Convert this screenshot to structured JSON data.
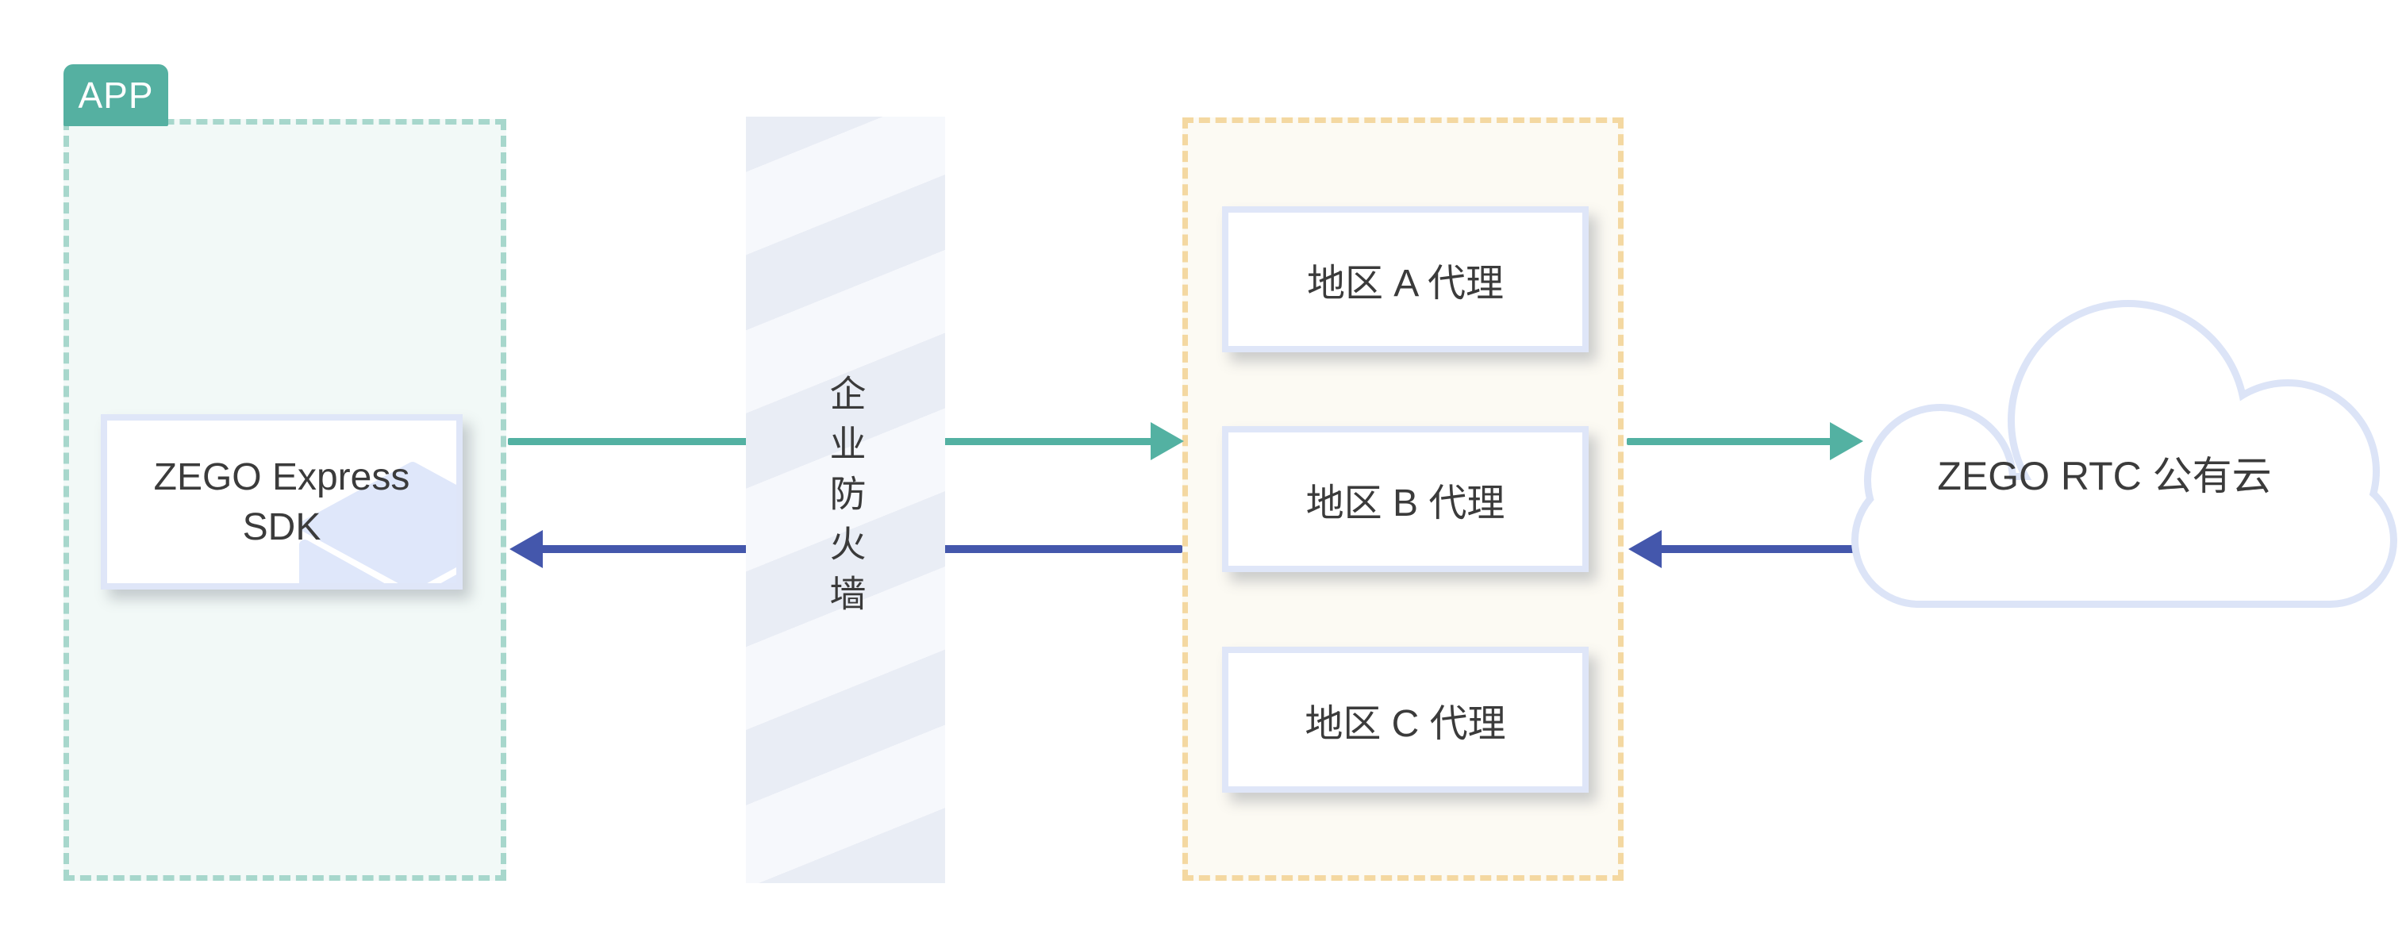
{
  "app": {
    "tag_label": "APP",
    "sdk_label": "ZEGO Express SDK"
  },
  "firewall": {
    "label": "企业防火墙"
  },
  "proxies": {
    "items": [
      {
        "label": "地区 A 代理"
      },
      {
        "label": "地区 B 代理"
      },
      {
        "label": "地区 C 代理"
      }
    ]
  },
  "cloud": {
    "label": "ZEGO RTC 公有云"
  },
  "icons": {
    "sdk_icon": "cube-icon",
    "cloud_icon": "cloud-shape"
  },
  "colors": {
    "teal": "#53b1a2",
    "teal-dash": "#a7d7cc",
    "teal-bg": "#f2f9f7",
    "blue": "#4457ac",
    "orange-dash": "#f4d8a1",
    "orange-bg": "#fcfaf3",
    "lavender": "#dfe6f8",
    "cube": "#dfe7fa",
    "text": "#3b3b3b",
    "stripe-dark": "#e9edf5",
    "stripe-light": "#f6f8fc"
  }
}
